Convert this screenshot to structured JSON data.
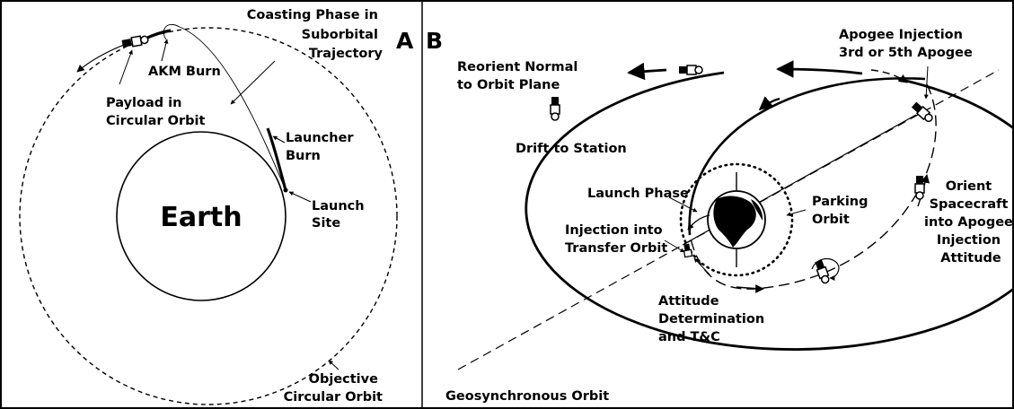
{
  "panel_a": {
    "letter": "A",
    "earth": "Earth",
    "coasting": [
      "Coasting Phase in",
      "Suborbital",
      "Trajectory"
    ],
    "akm_burn": "AKM Burn",
    "payload": [
      "Payload in",
      "Circular Orbit"
    ],
    "launcher_burn": [
      "Launcher",
      "Burn"
    ],
    "launch_site": [
      "Launch",
      "Site"
    ],
    "objective_orbit": [
      "Objective",
      "Circular Orbit"
    ]
  },
  "panel_b": {
    "letter": "B",
    "reorient": [
      "Reorient Normal",
      "to Orbit Plane"
    ],
    "apogee_injection": [
      "Apogee Injection",
      "3rd or 5th Apogee"
    ],
    "drift": "Drift to Station",
    "launch_phase": "Launch Phase",
    "parking_orbit": [
      "Parking",
      "Orbit"
    ],
    "injection_transfer": [
      "Injection into",
      "Transfer Orbit"
    ],
    "orient_spacecraft": [
      "Orient",
      "Spacecraft",
      "into Apogee",
      "Injection",
      "Attitude"
    ],
    "attitude_determination": [
      "Attitude",
      "Determination",
      "and T&C"
    ],
    "geosync_orbit": "Geosynchronous Orbit"
  }
}
